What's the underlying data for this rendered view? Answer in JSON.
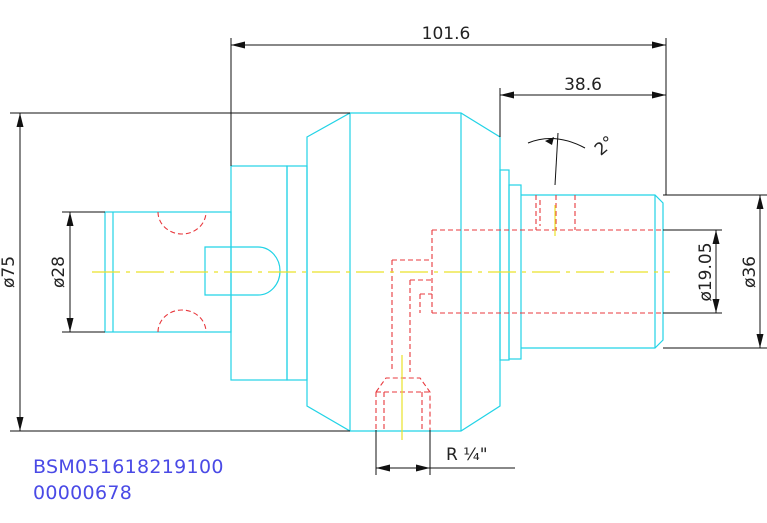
{
  "dimensions": {
    "overall_length": "101.6",
    "shank_length": "38.6",
    "angle": "2°",
    "body_diameter": "ø75",
    "pilot_diameter": "ø28",
    "bore_diameter": "ø19.05",
    "shank_diameter": "ø36",
    "thread": "R ¼\""
  },
  "part_number": "BSM051618219100",
  "serial_number": "00000678",
  "colors": {
    "outline": "#22d3e6",
    "hidden": "#e8383d",
    "centerline": "#e9e22a",
    "dimension": "#111111",
    "code_text": "#4a4ae6"
  }
}
